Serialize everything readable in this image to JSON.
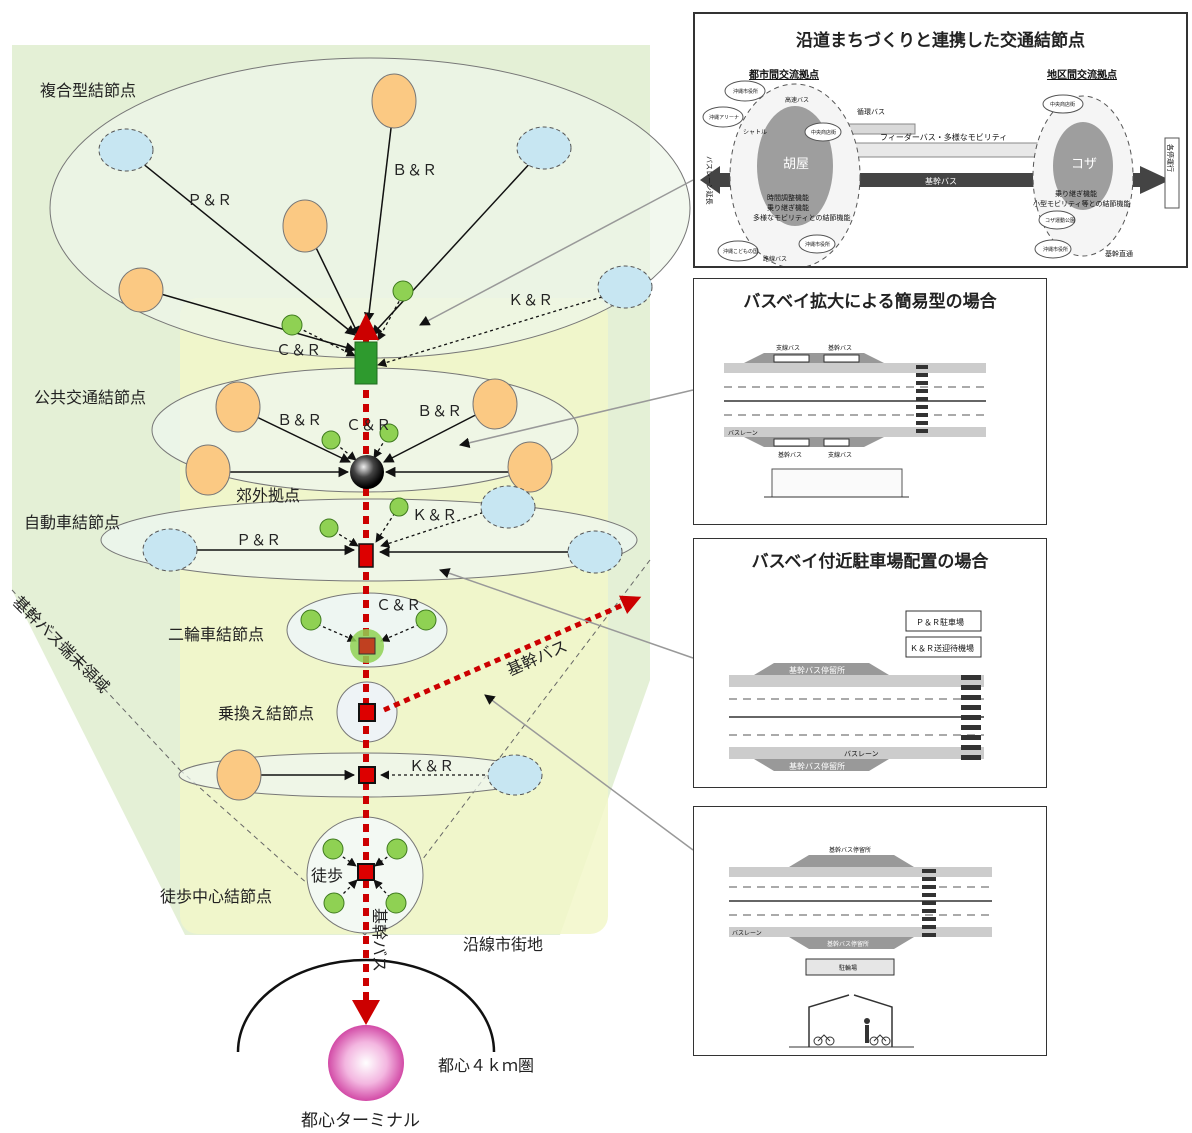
{
  "main_diagram": {
    "node_labels": {
      "complex": "複合型結節点",
      "public": "公共交通結節点",
      "suburban": "郊外拠点",
      "car": "自動車結節点",
      "bike": "二輪車結節点",
      "transfer": "乗換え結節点",
      "walk": "徒歩中心結節点",
      "walk_inner": "徒歩"
    },
    "mode_labels": {
      "pr": "Ｐ＆Ｒ",
      "br": "Ｂ＆Ｒ",
      "kr": "Ｋ＆Ｒ",
      "cr": "Ｃ＆Ｒ"
    },
    "trunk_bus": "基幹バス",
    "terminal_zone": "基幹バス端末領域",
    "along_city": "沿線市街地",
    "cbd_circle": "都心４ｋｍ圏",
    "cbd_terminal": "都心ターミナル"
  },
  "panels": {
    "top": {
      "title": "沿道まちづくりと連携した交通結節点",
      "city_hub": "都市間交流拠点",
      "district_hub": "地区間交流拠点",
      "goya": "胡屋",
      "koza": "コザ",
      "goya_functions": [
        "時間調整機能",
        "乗り継ぎ機能",
        "多様なモビリティとの結節機能"
      ],
      "koza_functions": [
        "乗り継ぎ機能",
        "小型モビリティ等との結節機能"
      ],
      "feeder": "フィーダーバス・多様なモビリティ",
      "trunk": "基幹バス",
      "circulation": "循環バス",
      "highway_bus": "高速バス",
      "shuttle": "シャトル",
      "rapid": "基幹直通",
      "left_side": "バスレーン延長",
      "right_side": "各停運行",
      "small_nodes": [
        "沖縄市役所",
        "沖縄アリーナ",
        "中央商店街",
        "沖縄こどもの国",
        "沖縄市役所",
        "中央商店街",
        "コザ運動公園",
        "沖縄市役所"
      ],
      "bus_route": "路線バス"
    },
    "baybig": {
      "title": "バスベイ拡大による簡易型の場合",
      "branch_bus": "支線バス",
      "trunk_bus": "基幹バス",
      "bus_lane": "バスレーン"
    },
    "parking": {
      "title": "バスベイ付近駐車場配置の場合",
      "pr_lot": "Ｐ＆Ｒ駐車場",
      "kr_lot": "Ｋ＆Ｒ送迎待機場",
      "stop": "基幹バス停留所",
      "bus_lane": "バスレーン"
    },
    "bicycle": {
      "stop": "基幹バス停留所",
      "bus_lane": "バスレーン",
      "bike_lot": "駐輪場"
    }
  },
  "colors": {
    "trunk_red": "#cc0000",
    "orange_node": "#fbc983",
    "blue_node": "#c7e6f2",
    "green_node": "#8fd153",
    "zone_green": "#e3f0d2",
    "zone_yellow": "#f2f8c6"
  }
}
